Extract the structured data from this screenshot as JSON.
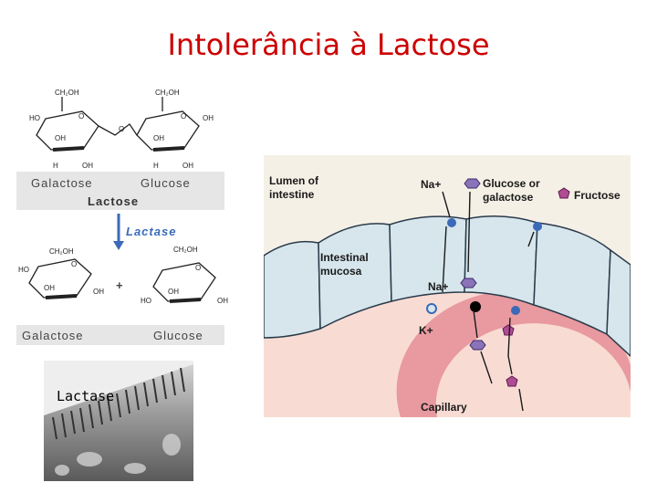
{
  "title": "Intolerância à Lactose",
  "chem": {
    "galactose_label": "Galactose",
    "glucose_label": "Glucose",
    "lactose_label": "Lactose",
    "enzyme_label": "Lactase",
    "plus": "+"
  },
  "micrograph": {
    "label": "Lactase"
  },
  "transport": {
    "lumen_label_1": "Lumen of",
    "lumen_label_2": "intestine",
    "na_plus_top": "Na+",
    "glucose_label_1": "Glucose or",
    "glucose_label_2": "galactose",
    "fructose_label": "Fructose",
    "mucosa_label_1": "Intestinal",
    "mucosa_label_2": "mucosa",
    "na_plus_inner": "Na+",
    "k_plus": "K+",
    "capillary_label": "Capillary"
  },
  "colors": {
    "title": "#cc0000",
    "cell": "#d6e6ec",
    "interstitial": "#f8dcd4",
    "capillary": "#e89aa0",
    "glucose_marker": "#8a73b8",
    "fructose_marker": "#b04c94",
    "ion_marker": "#3a6ab8",
    "enzyme_arrow": "#3a6ab8"
  }
}
